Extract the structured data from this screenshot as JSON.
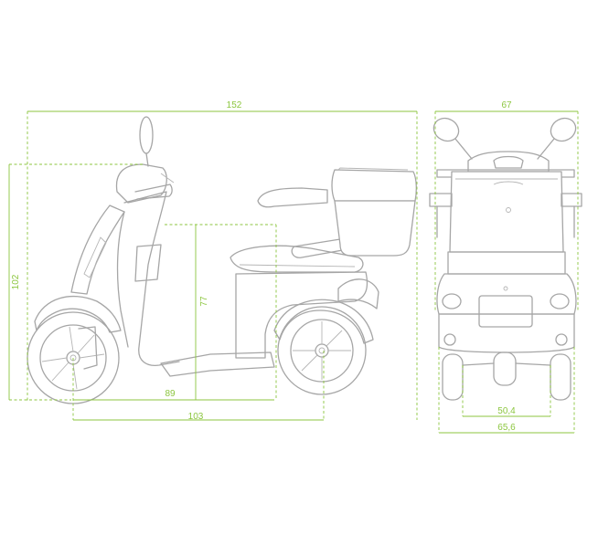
{
  "colors": {
    "dimension_line": "#8cc63f",
    "vehicle_outline": "#a6a6a6",
    "background": "#ffffff"
  },
  "dimensions": {
    "overall_length": "152",
    "overall_height": "102",
    "seat_height": "77",
    "seat_to_rear": "89",
    "wheelbase": "103",
    "overall_width": "67",
    "rear_track": "50,4",
    "rear_width": "65,6"
  }
}
